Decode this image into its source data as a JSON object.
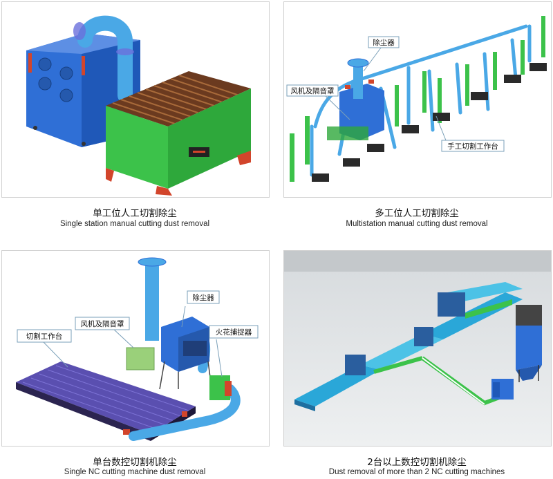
{
  "panels": [
    {
      "caption_zh": "单工位人工切割除尘",
      "caption_en": "Single station manual cutting dust removal",
      "callouts": []
    },
    {
      "caption_zh": "多工位人工切割除尘",
      "caption_en": "Multistation manual cutting dust removal",
      "callouts": [
        "除尘器",
        "风机及隔音罩",
        "手工切割工作台"
      ]
    },
    {
      "caption_zh": "单台数控切割机除尘",
      "caption_en": "Single NC cutting machine dust removal",
      "callouts": [
        "除尘器",
        "风机及隔音罩",
        "切割工作台",
        "火花捕捉器"
      ]
    },
    {
      "caption_zh": "2台以上数控切割机除尘",
      "caption_en": "Dust removal of more than 2 NC cutting machines",
      "callouts": []
    }
  ],
  "colors": {
    "collector_blue": "#2f6fd6",
    "duct_blue": "#4aa8e6",
    "table_green": "#3cc24a",
    "table_top_brown": "#6b3a1f",
    "accent_red": "#d2452b",
    "nc_table_purple": "#5a4fb0",
    "panel_border": "#cfcfcf"
  }
}
